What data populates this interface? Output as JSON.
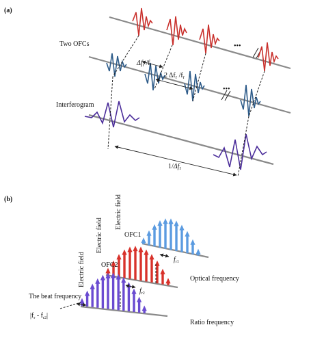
{
  "panel_a": {
    "label": "(a)",
    "two_ofcs": "Two OFCs",
    "interferogram": "Interferogram",
    "delta_fr_label": "Δf",
    "delta_fr_sub_r": "r",
    "delta_fr_slash": " /f",
    "delta_fr_sub_r2": "r",
    "double_delta_prefix": "2 Δf",
    "double_delta_sub": "r",
    "double_delta_mid": " /f",
    "double_delta_sub2": "r",
    "period_prefix": "1/",
    "period_main": "Δf",
    "period_sub": "r",
    "ellipsis": "•••",
    "colors": {
      "red": "#c9302c",
      "blue": "#2e5c8a",
      "purple": "#4b2d9a"
    }
  },
  "panel_b": {
    "label": "(b)",
    "electric_field": "Electric field",
    "ofc1": "OFC1",
    "ofc2": "OFC2",
    "optical_frequency": "Optical frequency",
    "beat_frequency": "The beat frequency",
    "ratio_frequency": "Ratio frequency",
    "f_r1": "f",
    "f_r1_sub": "r1",
    "f_r2": "f",
    "f_r2_sub": "r2",
    "fb_formula_left": "|f",
    "fb_formula_left_sub": "r",
    "fb_formula_mid": " - f",
    "fb_formula_right_sub": "r2",
    "fb_formula_end": "|",
    "colors": {
      "ofc1": "#5b9be0",
      "ofc2": "#d8322b",
      "beat": "#6a4bd1"
    }
  }
}
